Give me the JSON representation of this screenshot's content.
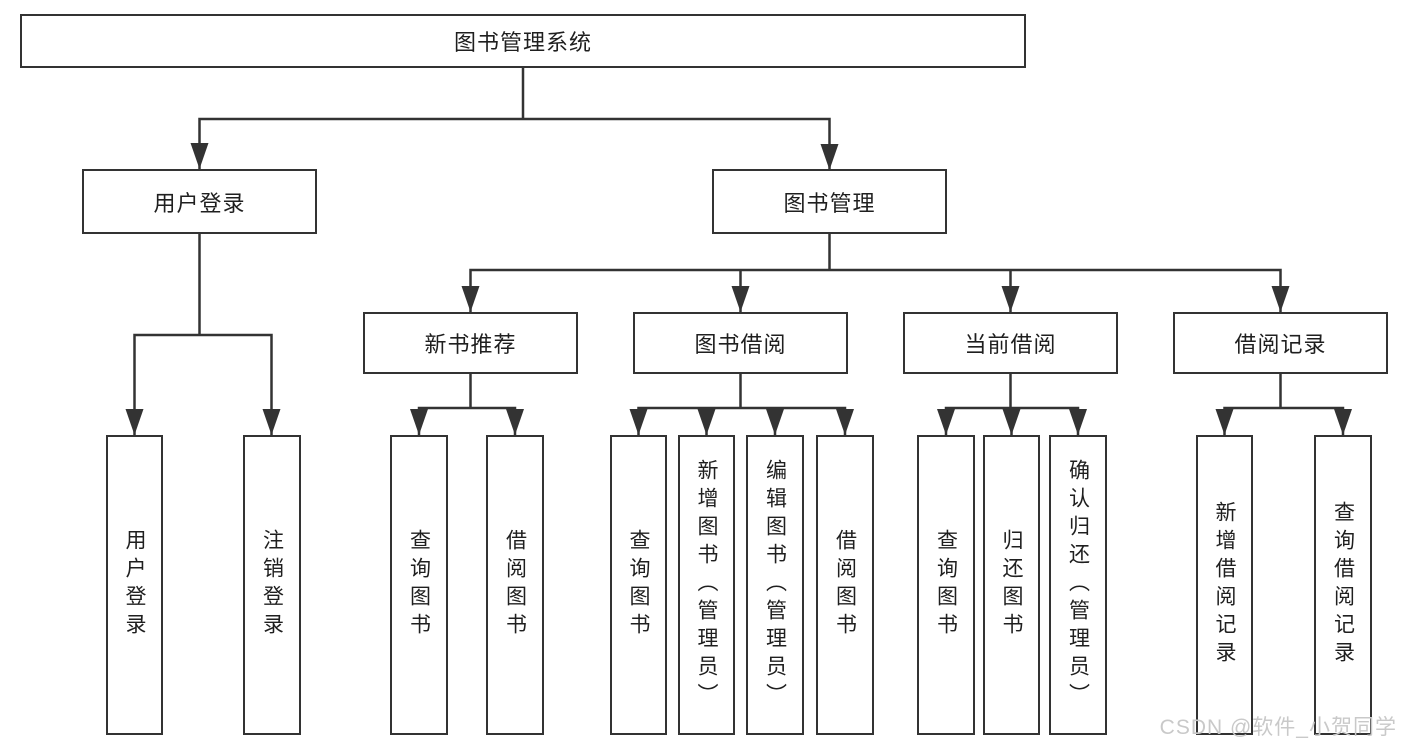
{
  "colors": {
    "line": "#333333",
    "text": "#1f1f1f",
    "background": "#ffffff",
    "watermark": "#c9c9c9"
  },
  "watermark": {
    "text": "CSDN @软件_小贺同学"
  },
  "nodes": {
    "root": {
      "label": "图书管理系统"
    },
    "level2": [
      {
        "label": "用户登录"
      },
      {
        "label": "图书管理"
      }
    ],
    "level3": [
      {
        "label": "新书推荐"
      },
      {
        "label": "图书借阅"
      },
      {
        "label": "当前借阅"
      },
      {
        "label": "借阅记录"
      }
    ],
    "leaves": [
      {
        "label": "用户登录"
      },
      {
        "label": "注销登录"
      },
      {
        "label": "查询图书"
      },
      {
        "label": "借阅图书"
      },
      {
        "label": "查询图书"
      },
      {
        "label": "新增图书（管理员）"
      },
      {
        "label": "编辑图书（管理员）"
      },
      {
        "label": "借阅图书"
      },
      {
        "label": "查询图书"
      },
      {
        "label": "归还图书"
      },
      {
        "label": "确认归还（管理员）"
      },
      {
        "label": "新增借阅记录"
      },
      {
        "label": "查询借阅记录"
      }
    ]
  }
}
